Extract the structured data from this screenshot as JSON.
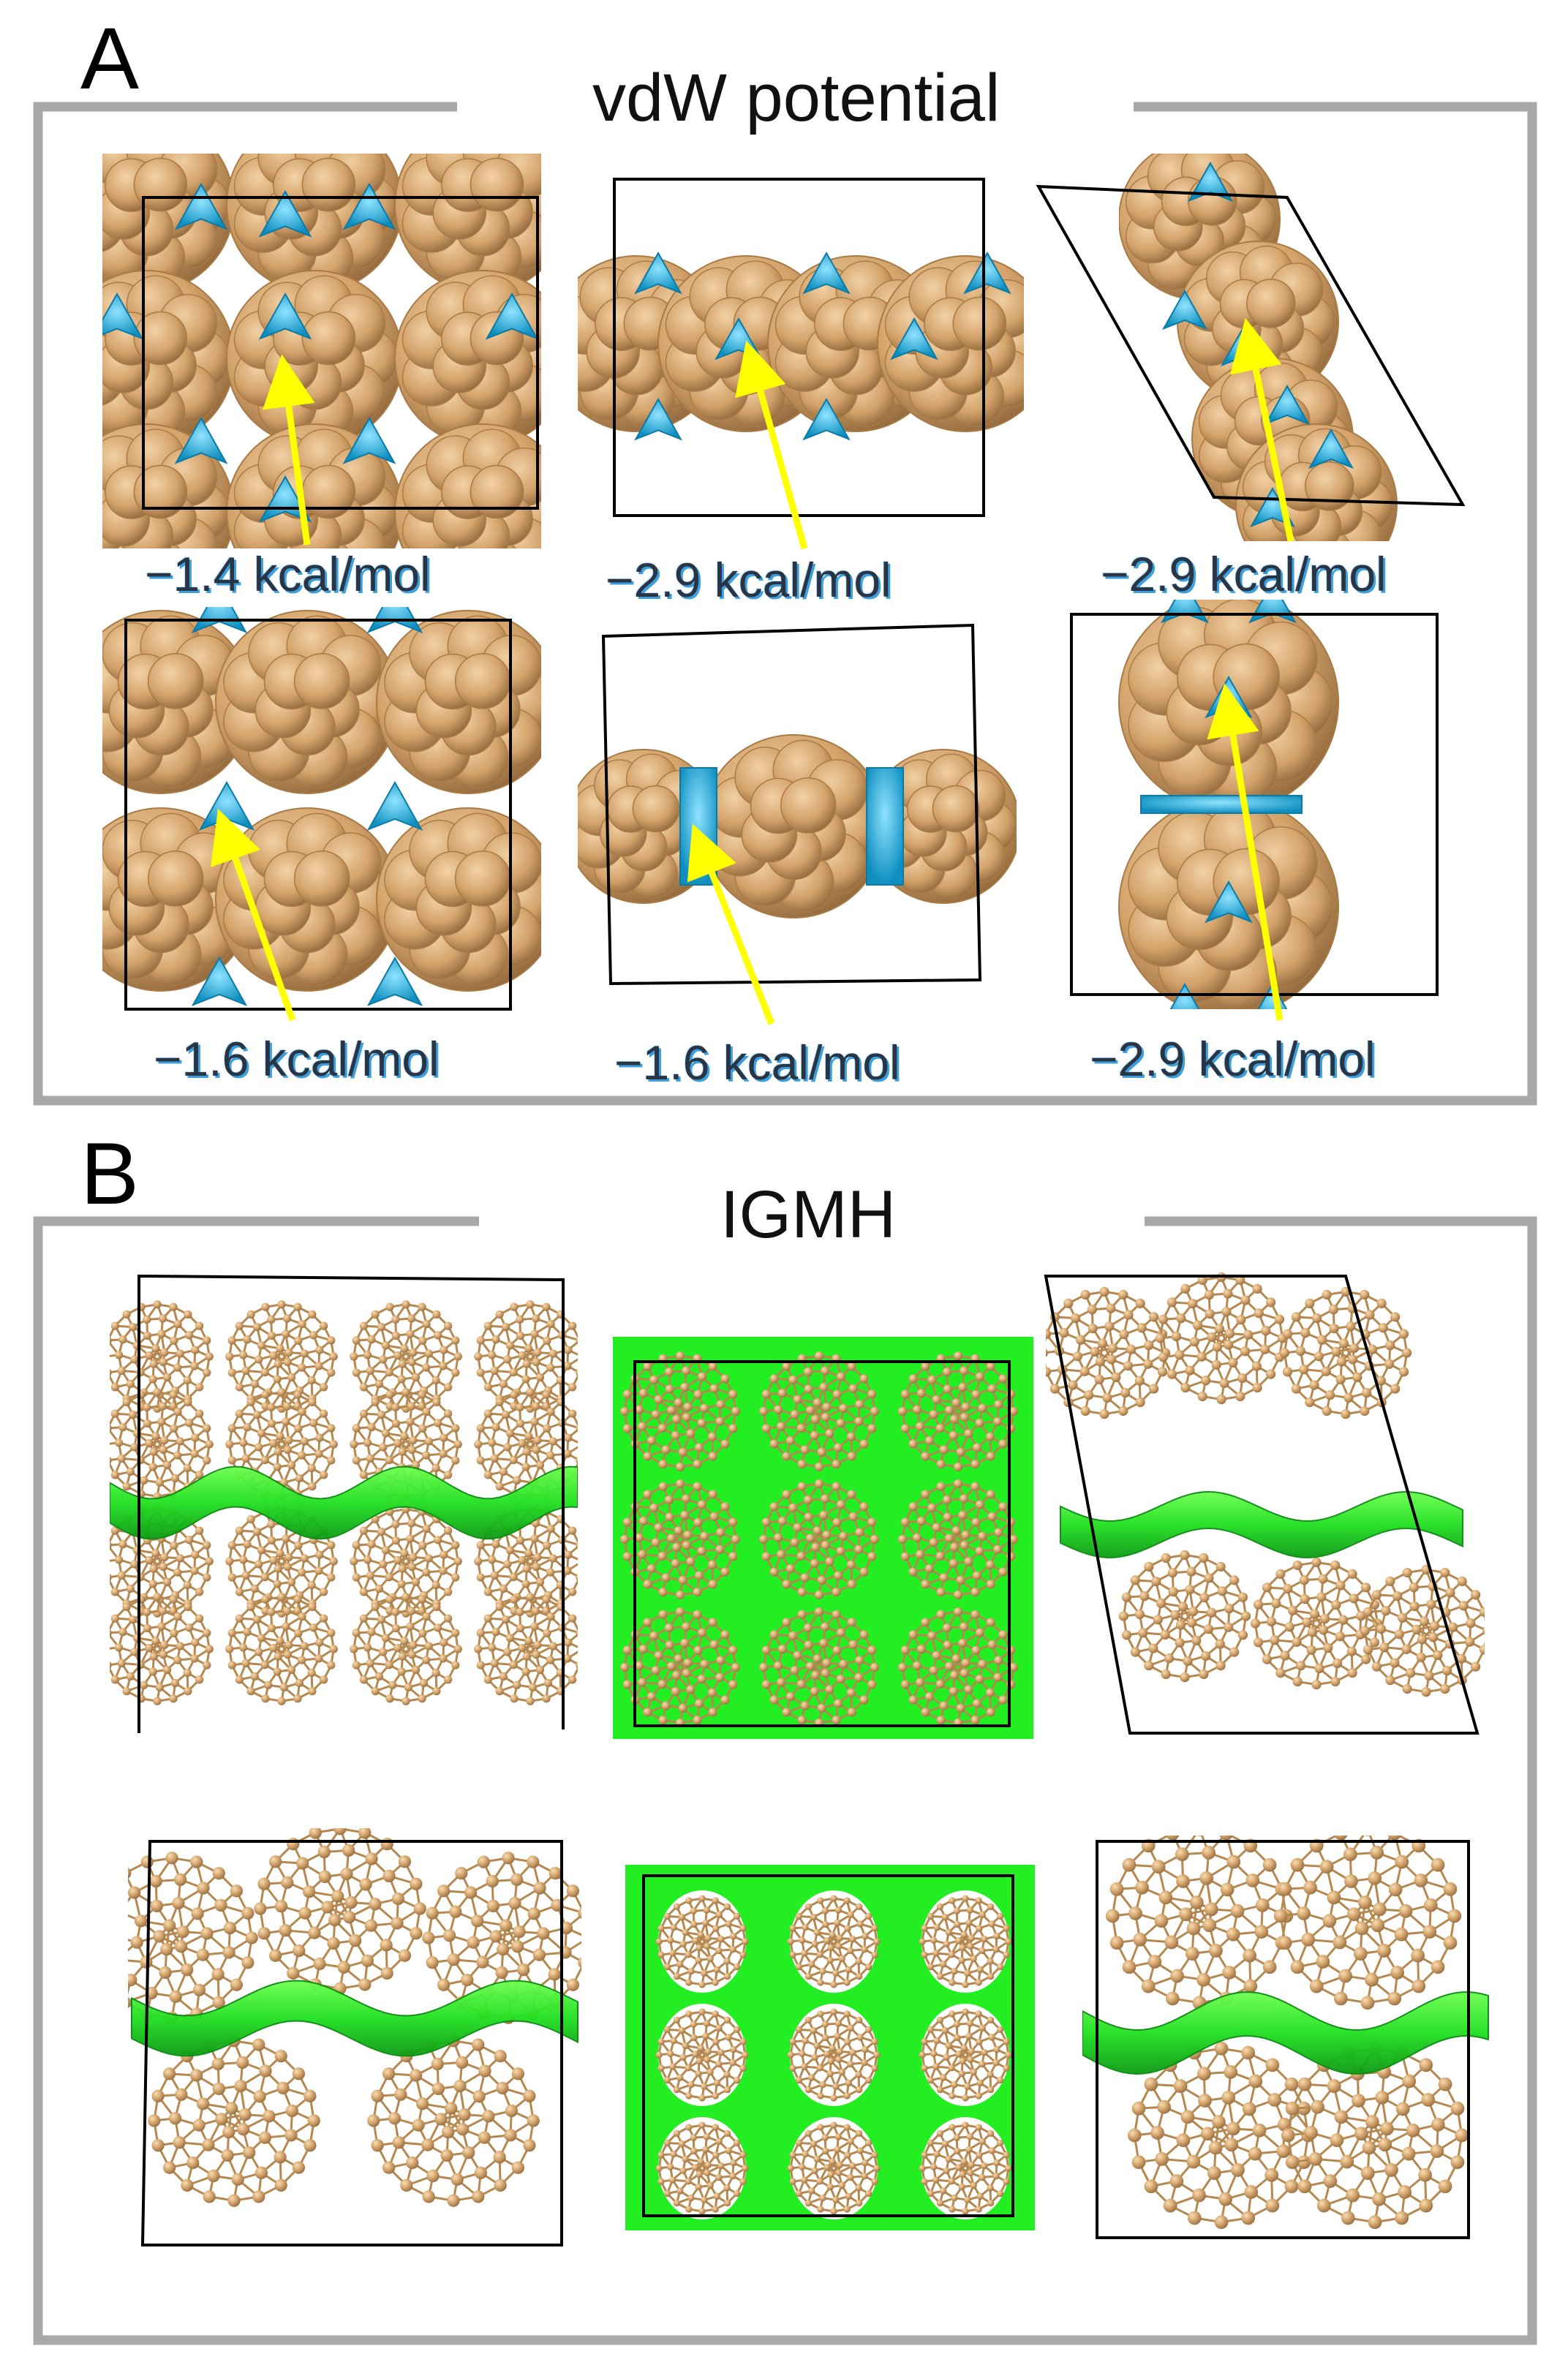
{
  "colors": {
    "frame": "#a8a8a8",
    "carbon": "#d9a86c",
    "carbon_dark": "#a97a44",
    "vdw_surface": "#1fb3dd",
    "igmh_surface": "#22ee22",
    "arrow": "#ffff00",
    "cell": "#000000"
  },
  "panel_a": {
    "label": "A",
    "title": "vdW potential",
    "views": [
      {
        "energy": "−1.4 kcal/mol",
        "icon": "space-filling-c60-with-blue-vdw-isosurface"
      },
      {
        "energy": "−2.9 kcal/mol",
        "icon": "space-filling-c60-with-blue-vdw-isosurface"
      },
      {
        "energy": "−2.9 kcal/mol",
        "icon": "space-filling-c60-with-blue-vdw-isosurface"
      },
      {
        "energy": "−1.6 kcal/mol",
        "icon": "space-filling-c60-with-blue-vdw-isosurface"
      },
      {
        "energy": "−1.6 kcal/mol",
        "icon": "space-filling-c60-with-blue-vdw-isosurface"
      },
      {
        "energy": "−2.9 kcal/mol",
        "icon": "space-filling-c60-with-blue-vdw-isosurface"
      }
    ]
  },
  "panel_b": {
    "label": "B",
    "title": "IGMH",
    "views": [
      {
        "icon": "ball-stick-c60-with-green-igmh-isosurface"
      },
      {
        "icon": "ball-stick-c60-with-green-igmh-isosurface"
      },
      {
        "icon": "ball-stick-c60-with-green-igmh-isosurface"
      },
      {
        "icon": "ball-stick-c60-with-green-igmh-isosurface"
      },
      {
        "icon": "ball-stick-c60-with-green-igmh-isosurface"
      },
      {
        "icon": "ball-stick-c60-with-green-igmh-isosurface"
      }
    ]
  }
}
